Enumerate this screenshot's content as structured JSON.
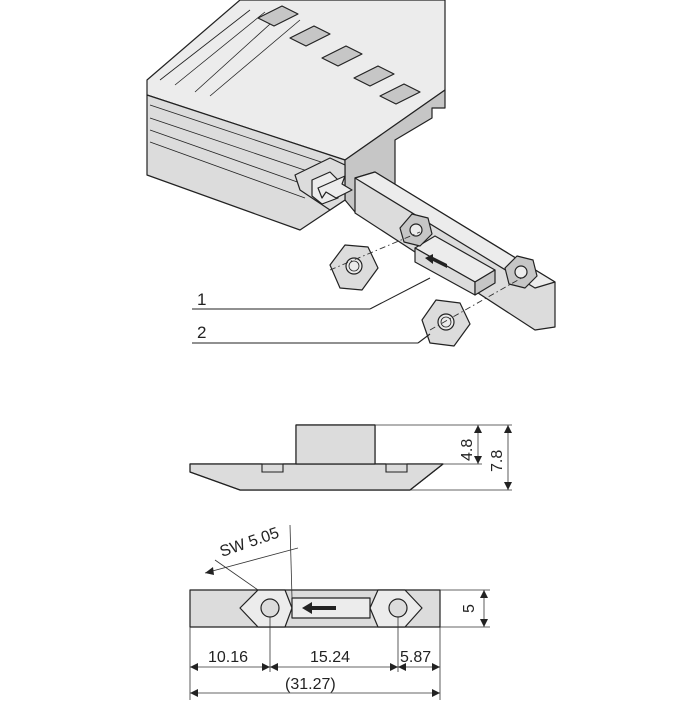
{
  "callouts": {
    "one": "1",
    "two": "2"
  },
  "side_view": {
    "height_top": "4.8",
    "height_total": "7.8"
  },
  "top_view": {
    "wrench_size": "SW 5.05",
    "width": "5",
    "dim_left": "10.16",
    "dim_middle": "15.24",
    "dim_right": "5.87",
    "dim_overall": "(31.27)"
  },
  "colors": {
    "part_fill": "#dcdcdc",
    "line": "#222222"
  }
}
